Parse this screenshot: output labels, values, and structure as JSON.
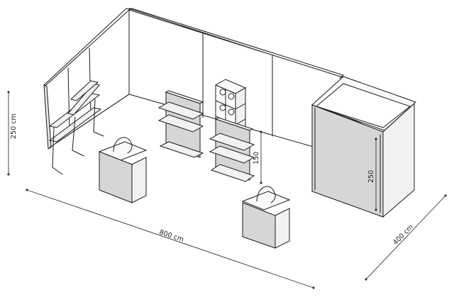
{
  "dimensions": {
    "height": "250 cm",
    "width": "800 cm",
    "depth": "400 cm",
    "shelf_height": "150",
    "cabin_height": "250"
  }
}
